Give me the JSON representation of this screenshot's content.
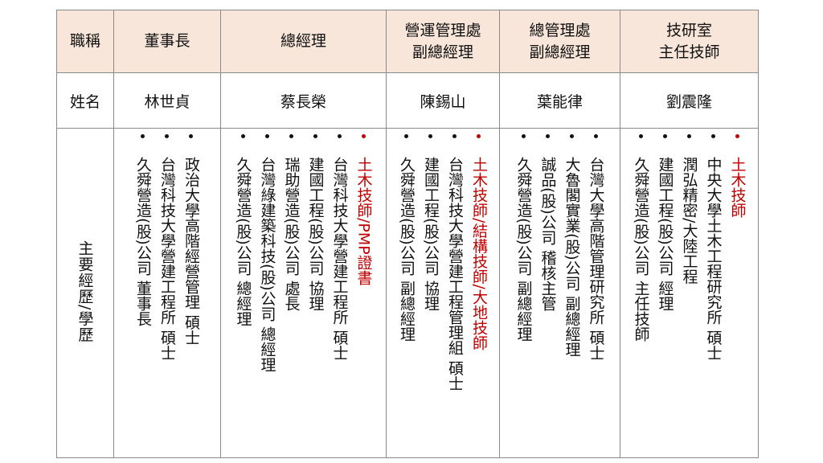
{
  "table": {
    "header": {
      "label": "職稱",
      "titles": [
        "董事長",
        "總經理",
        "營運管理處\n副總經理",
        "總管理處\n副總經理",
        "技研室\n主任技師"
      ]
    },
    "names_row": {
      "label": "姓名",
      "names": [
        "林世貞",
        "蔡長榮",
        "陳錫山",
        "葉能律",
        "劉震隆"
      ]
    },
    "experience_row": {
      "label": "主要經歷/學歷",
      "columns": [
        [
          "政治大學高階經營管理 碩士",
          "台灣科技大學營建工程所 碩士",
          "久舜營造(股)公司 董事長"
        ],
        [
          "土木技師/PMP證書",
          "台灣科技大學營建工程所 碩士",
          "建國工程(股)公司 協理",
          "瑞助營造(股)公司 處長",
          "台灣綠建築科技(股)公司 總經理",
          "久舜營造(股)公司 總經理"
        ],
        [
          "土木技師/結構技師/大地技師",
          "台灣科技大學營建工程管理組 碩士",
          "建國工程(股)公司 協理",
          "久舜營造(股)公司 副總經理"
        ],
        [
          "台灣大學高階管理研究所 碩士",
          "大魯閣實業(股)公司 副總經理",
          "誠品(股)公司 稽核主管",
          "久舜營造(股)公司 副總經理"
        ],
        [
          "土木技師",
          "中央大學土木工程研究所 碩士",
          "潤弘精密/大陸工程",
          "建國工程(股)公司 經理",
          "久舜營造(股)公司 主任技師"
        ]
      ],
      "highlight_color": "#c00000"
    }
  }
}
